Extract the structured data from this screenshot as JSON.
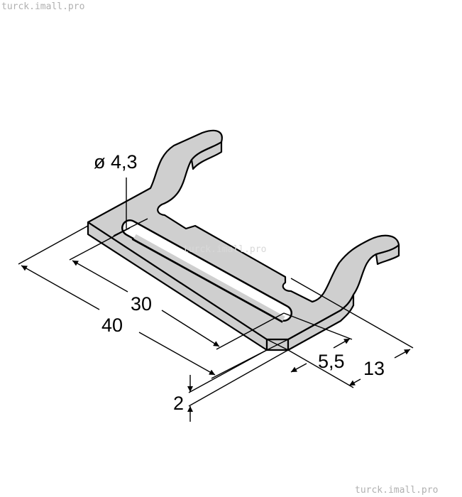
{
  "watermark": "turck.imall.pro",
  "dimensions": {
    "hole_diameter": "ø 4,3",
    "slot_length": "30",
    "overall_length": "40",
    "thickness": "2",
    "end_width": "5,5",
    "overall_width": "13"
  },
  "colors": {
    "part_fill": "#cfcfcf",
    "line": "#000000"
  }
}
